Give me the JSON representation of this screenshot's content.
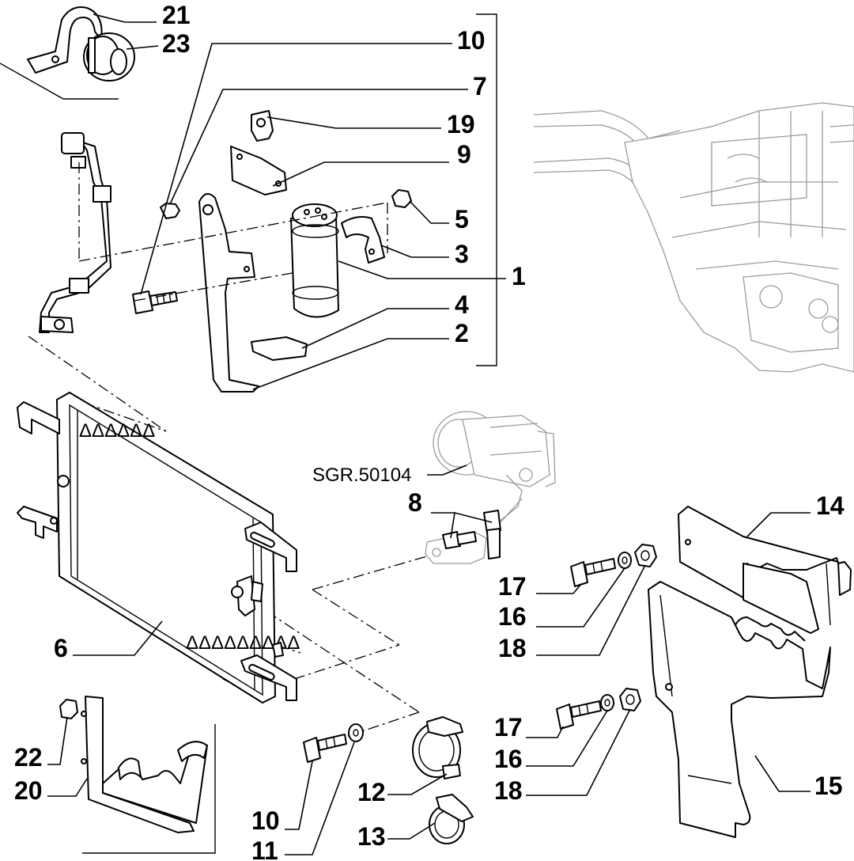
{
  "callouts": {
    "c21": "21",
    "c23": "23",
    "c10a": "10",
    "c7": "7",
    "c19": "19",
    "c9": "9",
    "c5": "5",
    "c3": "3",
    "c1": "1",
    "c4": "4",
    "c2": "2",
    "c8": "8",
    "c14": "14",
    "c17a": "17",
    "c16a": "16",
    "c18a": "18",
    "c6": "6",
    "c17b": "17",
    "c16b": "16",
    "c18b": "18",
    "c15": "15",
    "c22": "22",
    "c20": "20",
    "c12": "12",
    "c10b": "10",
    "c13": "13",
    "c11": "11"
  },
  "reference": "SGR.50104"
}
